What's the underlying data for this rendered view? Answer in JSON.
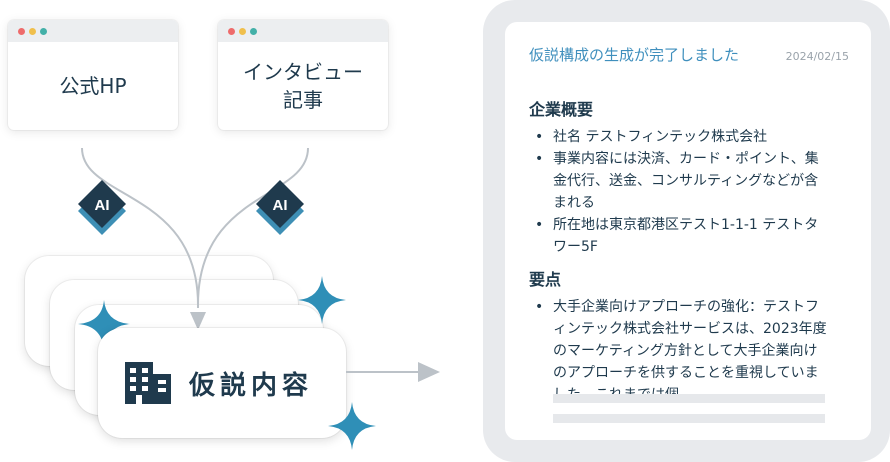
{
  "sources": {
    "official_hp": "公式HP",
    "interview": "インタビュー\n記事"
  },
  "ai_badge": "AI",
  "hypothesis": {
    "label": "仮説内容",
    "icon": "building-icon"
  },
  "result_panel": {
    "status": "仮説構成の生成が完了しました",
    "date": "2024/02/15",
    "sections": [
      {
        "title": "企業概要",
        "items": [
          "社名 テストフィンテック株式会社",
          "事業内容には決済、カード・ポイント、集金代行、送金、コンサルティングなどが含まれる",
          "所在地は東京都港区テスト1-1-1 テストタワー5F"
        ]
      },
      {
        "title": "要点",
        "items": [
          "大手企業向けアプローチの強化：テストフィンテック株式会社サービスは、2023年度のマーケティング方針として大手企業向けのアプローチを供することを重視していました。これまでは個"
        ]
      }
    ]
  },
  "colors": {
    "navy": "#1f3a4d",
    "accent_blue": "#3f8fbd",
    "sparkle": "#2f8fb7",
    "panel_bg": "#e8eaed"
  }
}
